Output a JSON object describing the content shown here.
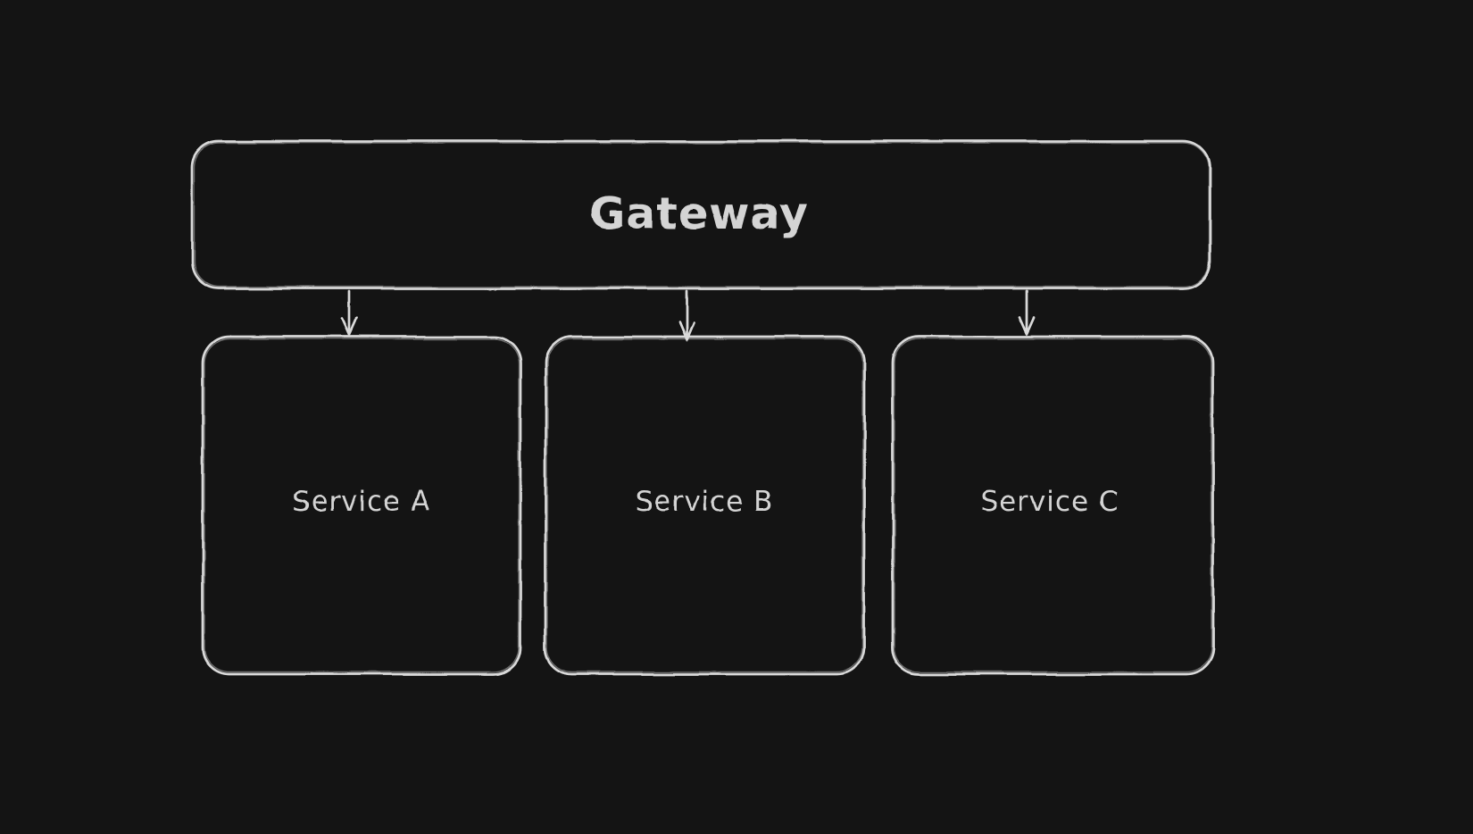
{
  "diagram": {
    "type": "flowchart",
    "style": "hand-drawn",
    "nodes": {
      "gateway": {
        "label": "Gateway"
      },
      "service_a": {
        "label": "Service A"
      },
      "service_b": {
        "label": "Service B"
      },
      "service_c": {
        "label": "Service C"
      }
    },
    "edges": [
      {
        "from": "Gateway",
        "to": "Service A",
        "style": "arrow-down"
      },
      {
        "from": "Gateway",
        "to": "Service B",
        "style": "arrow-down"
      },
      {
        "from": "Gateway",
        "to": "Service C",
        "style": "arrow-down"
      }
    ],
    "colors": {
      "background": "#141414",
      "stroke": "#d9d9d9",
      "text": "#d4d4d4"
    }
  }
}
